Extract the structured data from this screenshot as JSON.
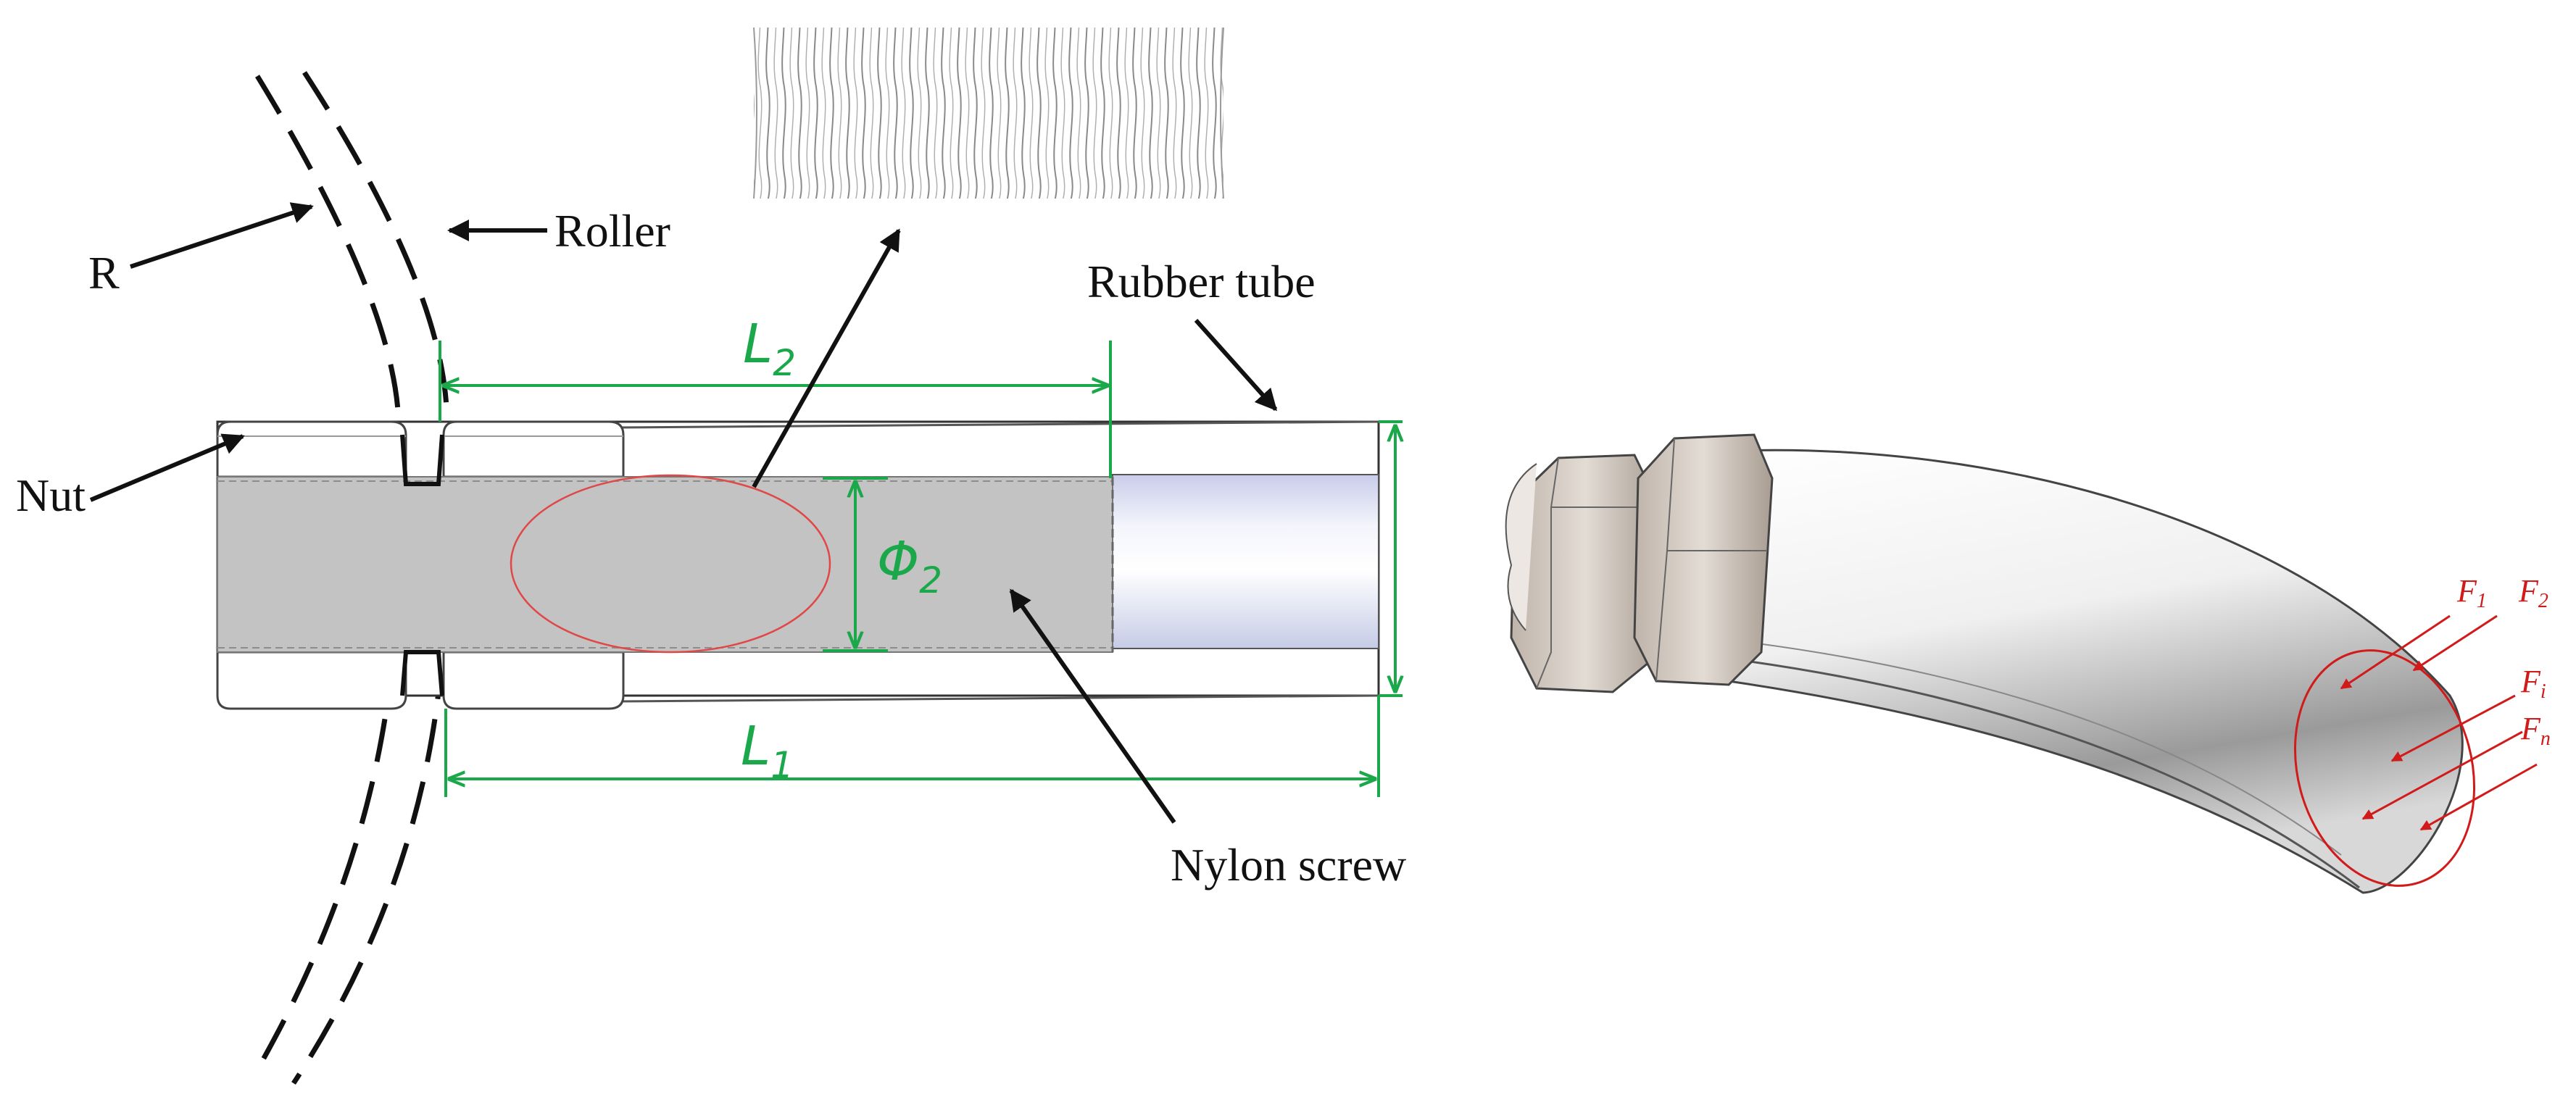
{
  "labels": {
    "roller_radius": "R",
    "roller": "Roller",
    "nut": "Nut",
    "rubber_tube": "Rubber tube",
    "nylon_screw": "Nylon screw"
  },
  "dimensions": {
    "L1": {
      "symbol": "L",
      "subscript": "1"
    },
    "L2": {
      "symbol": "L",
      "subscript": "2"
    },
    "Phi2": {
      "symbol": "Φ",
      "subscript": "2"
    }
  },
  "forces": [
    {
      "symbol": "F",
      "subscript": "1"
    },
    {
      "symbol": "F",
      "subscript": "2"
    },
    {
      "symbol": "F",
      "subscript": "i"
    },
    {
      "symbol": "F",
      "subscript": "n"
    }
  ],
  "colors": {
    "dimension": "#1aa84a",
    "force": "#d11a1a",
    "screw_fill": "#c3c3c3",
    "tube_blue": "#e8ebf8",
    "outline": "#111111"
  }
}
